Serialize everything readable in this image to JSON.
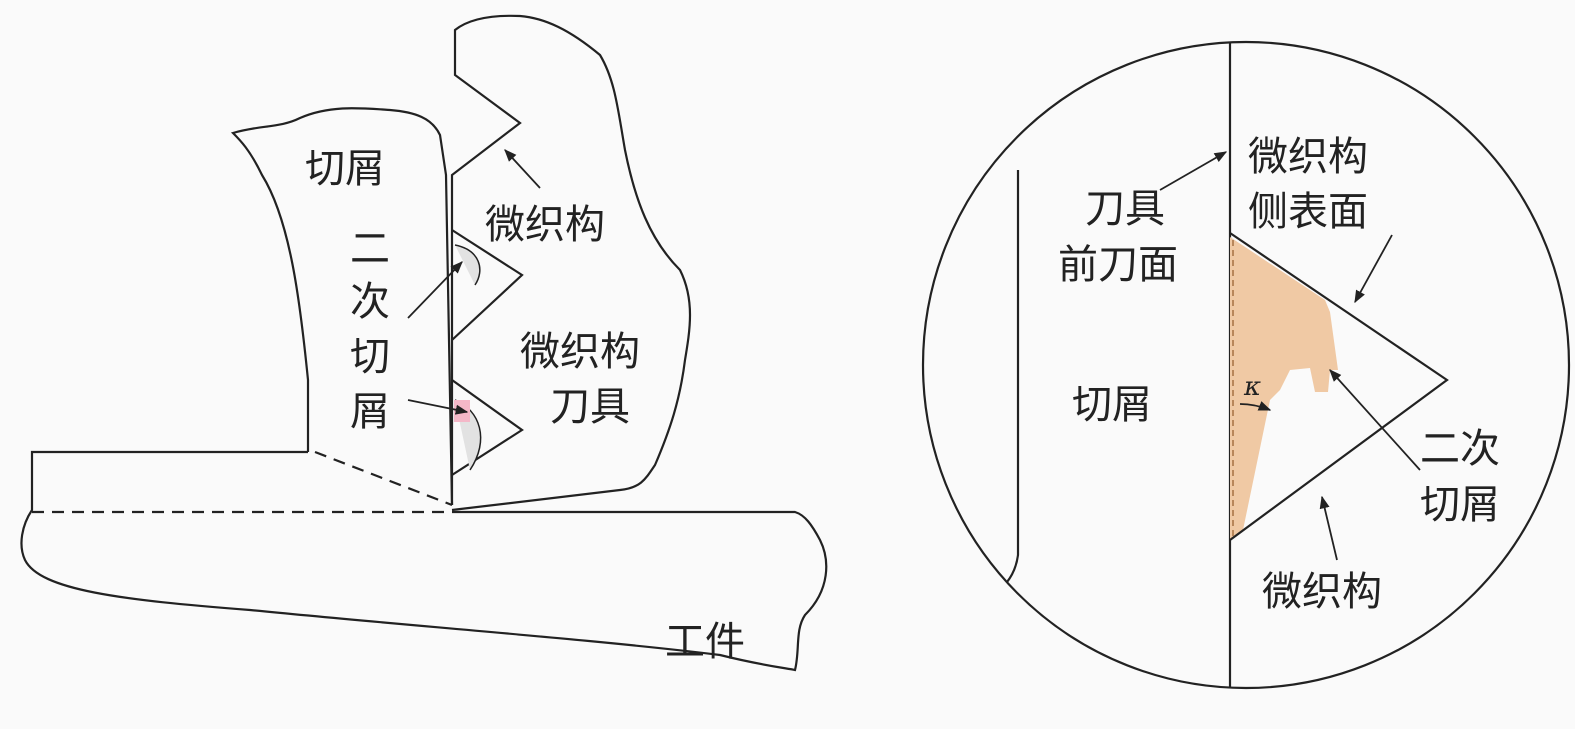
{
  "left": {
    "chip": "切屑",
    "micro_texture": "微织构",
    "secondary_chip": [
      "二",
      "次",
      "切",
      "屑"
    ],
    "textured_tool": [
      "微织构",
      "刀具"
    ],
    "workpiece": "工件"
  },
  "right": {
    "tool_rake_face": [
      "刀具",
      "前刀面"
    ],
    "micro_texture_side_surface": [
      "微织构",
      "侧表面"
    ],
    "chip": "切屑",
    "kappa": "κ",
    "secondary_chip": [
      "二次",
      "切屑"
    ],
    "micro_texture": "微织构"
  },
  "colors": {
    "chip_fill": "#f0c9a4",
    "highlight": "#f4b8c8",
    "line": "#222222"
  }
}
